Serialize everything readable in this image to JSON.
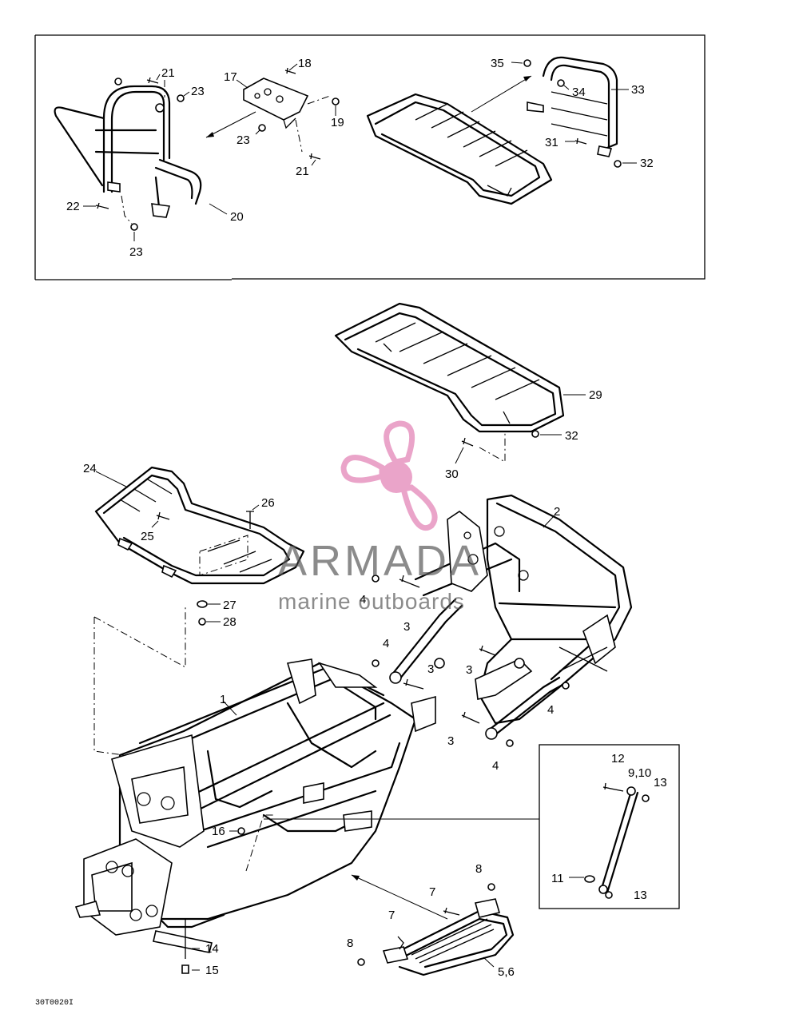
{
  "callouts": {
    "c21a": "21",
    "c23a": "23",
    "c18": "18",
    "c17": "17",
    "c19": "19",
    "c23b": "23",
    "c21b": "21",
    "c22": "22",
    "c20": "20",
    "c23c": "23",
    "c35": "35",
    "c34": "34",
    "c33": "33",
    "c31": "31",
    "c32a": "32",
    "c29": "29",
    "c32b": "32",
    "c30": "30",
    "c24": "24",
    "c26": "26",
    "c25": "25",
    "c2": "2",
    "c27": "27",
    "c28": "28",
    "c4a": "4",
    "c3a": "3",
    "c4b": "4",
    "c3b": "3",
    "c3c": "3",
    "c4c": "4",
    "c3d": "3",
    "c4d": "4",
    "c1": "1",
    "c12": "12",
    "c910": "9,10",
    "c13a": "13",
    "c11": "11",
    "c13b": "13",
    "c16": "16",
    "c8a": "8",
    "c7a": "7",
    "c7b": "7",
    "c8b": "8",
    "c14": "14",
    "c15": "15",
    "c56": "5,6"
  },
  "watermark": {
    "brand": "ARMADA",
    "tagline": "marine outboards",
    "color": "#e89bc4"
  },
  "figure_code": "30T0020I"
}
